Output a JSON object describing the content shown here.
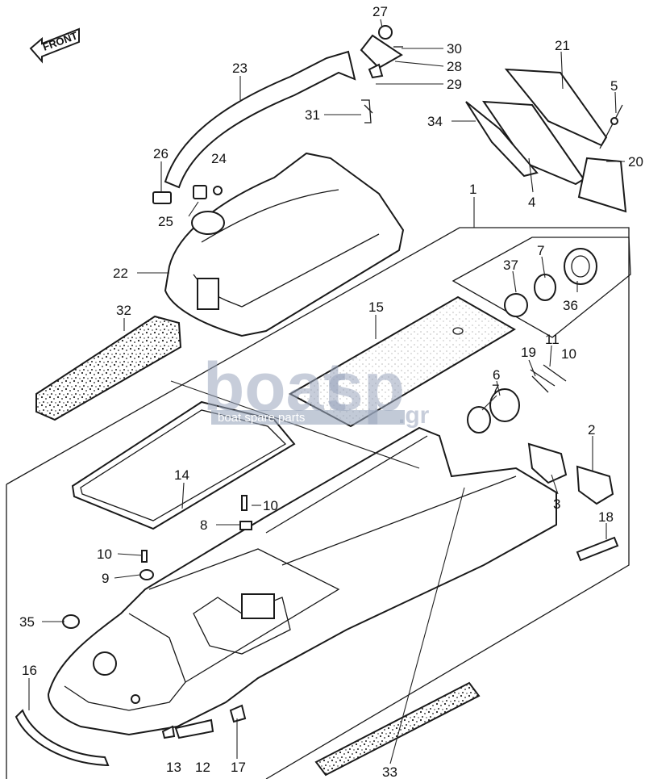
{
  "front_label": "FRONT",
  "watermark": {
    "logo_part1": "boat",
    "logo_part2": "sp",
    "suffix": ".gr",
    "tagline": "boat spare parts"
  },
  "callouts": {
    "c1": "1",
    "c2": "2",
    "c3": "3",
    "c4": "4",
    "c5": "5",
    "c6": "6",
    "c7a": "7",
    "c7b": "7",
    "c8": "8",
    "c9": "9",
    "c10a": "10",
    "c10b": "10",
    "c10c": "10",
    "c11": "11",
    "c12": "12",
    "c13": "13",
    "c14": "14",
    "c15": "15",
    "c16": "16",
    "c17": "17",
    "c18": "18",
    "c19": "19",
    "c20": "20",
    "c21": "21",
    "c22": "22",
    "c23": "23",
    "c24": "24",
    "c25": "25",
    "c26": "26",
    "c27": "27",
    "c28": "28",
    "c29": "29",
    "c30": "30",
    "c31": "31",
    "c32": "32",
    "c33": "33",
    "c34": "34",
    "c35": "35",
    "c36": "36",
    "c37": "37"
  }
}
